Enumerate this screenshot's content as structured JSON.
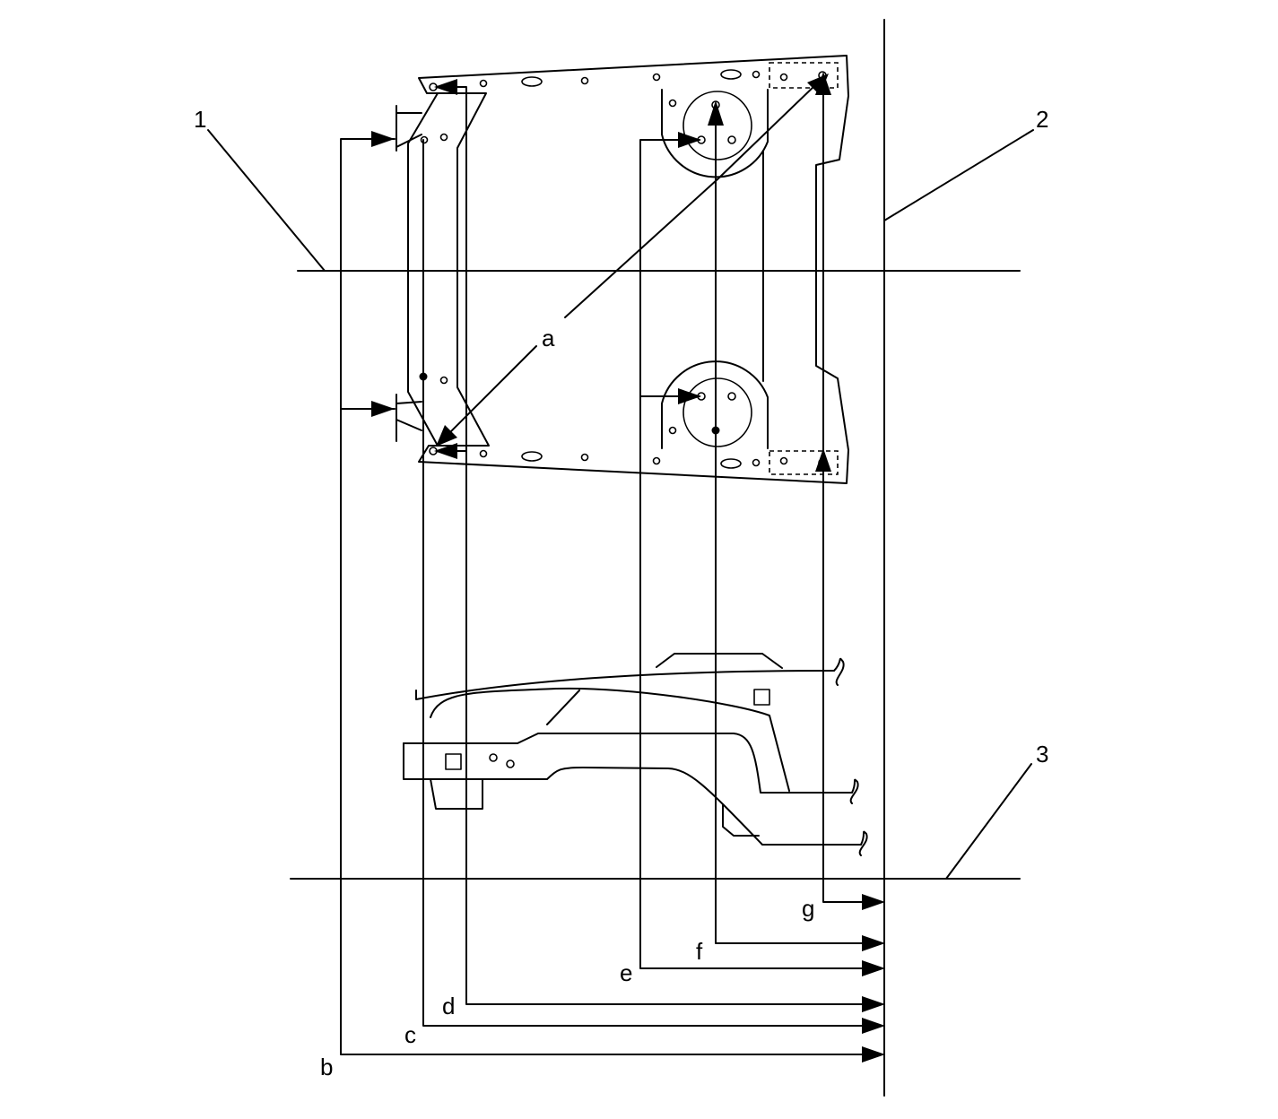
{
  "callouts": {
    "one": "1",
    "two": "2",
    "three": "3"
  },
  "dimensions": {
    "a": "a",
    "b": "b",
    "c": "c",
    "d": "d",
    "e": "e",
    "f": "f",
    "g": "g"
  }
}
